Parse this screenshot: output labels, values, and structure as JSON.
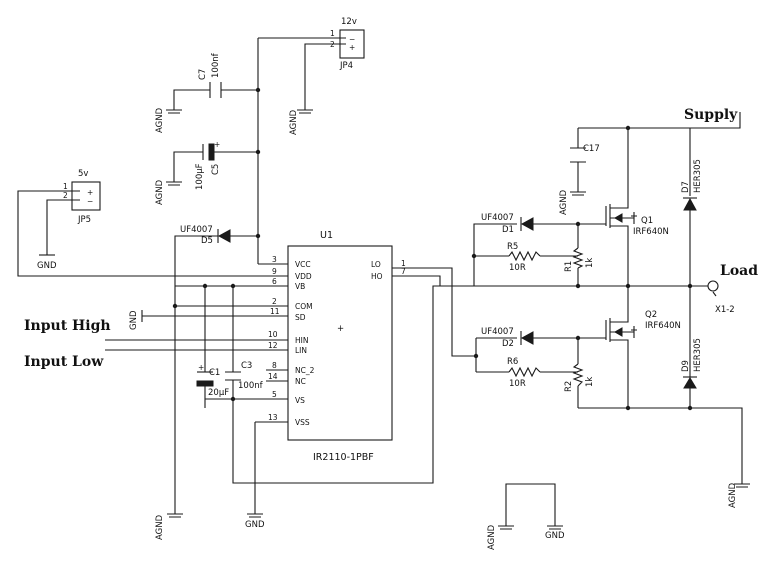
{
  "ic": {
    "ref": "U1",
    "part": "IR2110-1PBF",
    "left_pins": [
      {
        "num": "3",
        "name": "VCC"
      },
      {
        "num": "9",
        "name": "VDD"
      },
      {
        "num": "6",
        "name": "VB"
      },
      {
        "num": "2",
        "name": "COM"
      },
      {
        "num": "11",
        "name": "SD"
      },
      {
        "num": "10",
        "name": "HIN"
      },
      {
        "num": "12",
        "name": "LIN"
      },
      {
        "num": "8",
        "name": "NC_2"
      },
      {
        "num": "14",
        "name": "NC"
      },
      {
        "num": "5",
        "name": "VS"
      },
      {
        "num": "13",
        "name": "VSS"
      }
    ],
    "right_pins": [
      {
        "num": "1",
        "name": "LO"
      },
      {
        "num": "7",
        "name": "HO"
      }
    ],
    "center_mark": "+"
  },
  "connectors": {
    "jp4": {
      "ref": "JP4",
      "voltage": "12v",
      "pin1": "1",
      "pin2": "2",
      "plus": "+",
      "minus": "−"
    },
    "jp5": {
      "ref": "JP5",
      "voltage": "5v",
      "pin1": "1",
      "pin2": "2",
      "plus": "+",
      "minus": "−"
    }
  },
  "components": {
    "c7": {
      "ref": "C7",
      "value": "100nf"
    },
    "c5": {
      "ref": "C5",
      "value": "100µF"
    },
    "c17": {
      "ref": "C17"
    },
    "c1": {
      "ref": "C1",
      "value": "20µF"
    },
    "c3": {
      "ref": "C3",
      "value": "100nf"
    },
    "d5": {
      "ref": "D5",
      "part": "UF4007"
    },
    "d1": {
      "ref": "D1",
      "part": "UF4007"
    },
    "d2": {
      "ref": "D2",
      "part": "UF4007"
    },
    "d7": {
      "ref": "D7",
      "part": "HER305"
    },
    "d9": {
      "ref": "D9",
      "part": "HER305"
    },
    "r5": {
      "ref": "R5",
      "value": "10R"
    },
    "r6": {
      "ref": "R6",
      "value": "10R"
    },
    "r1": {
      "ref": "R1",
      "value": "1k"
    },
    "r2": {
      "ref": "R2",
      "value": "1k"
    },
    "q1": {
      "ref": "Q1",
      "part": "IRF640N"
    },
    "q2": {
      "ref": "Q2",
      "part": "IRF640N"
    }
  },
  "nets": {
    "agnd": "AGND",
    "gnd": "GND",
    "supply": "Supply",
    "load": "Load",
    "load_ref": "X1-2",
    "input_high": "Input High",
    "input_low": "Input Low"
  }
}
